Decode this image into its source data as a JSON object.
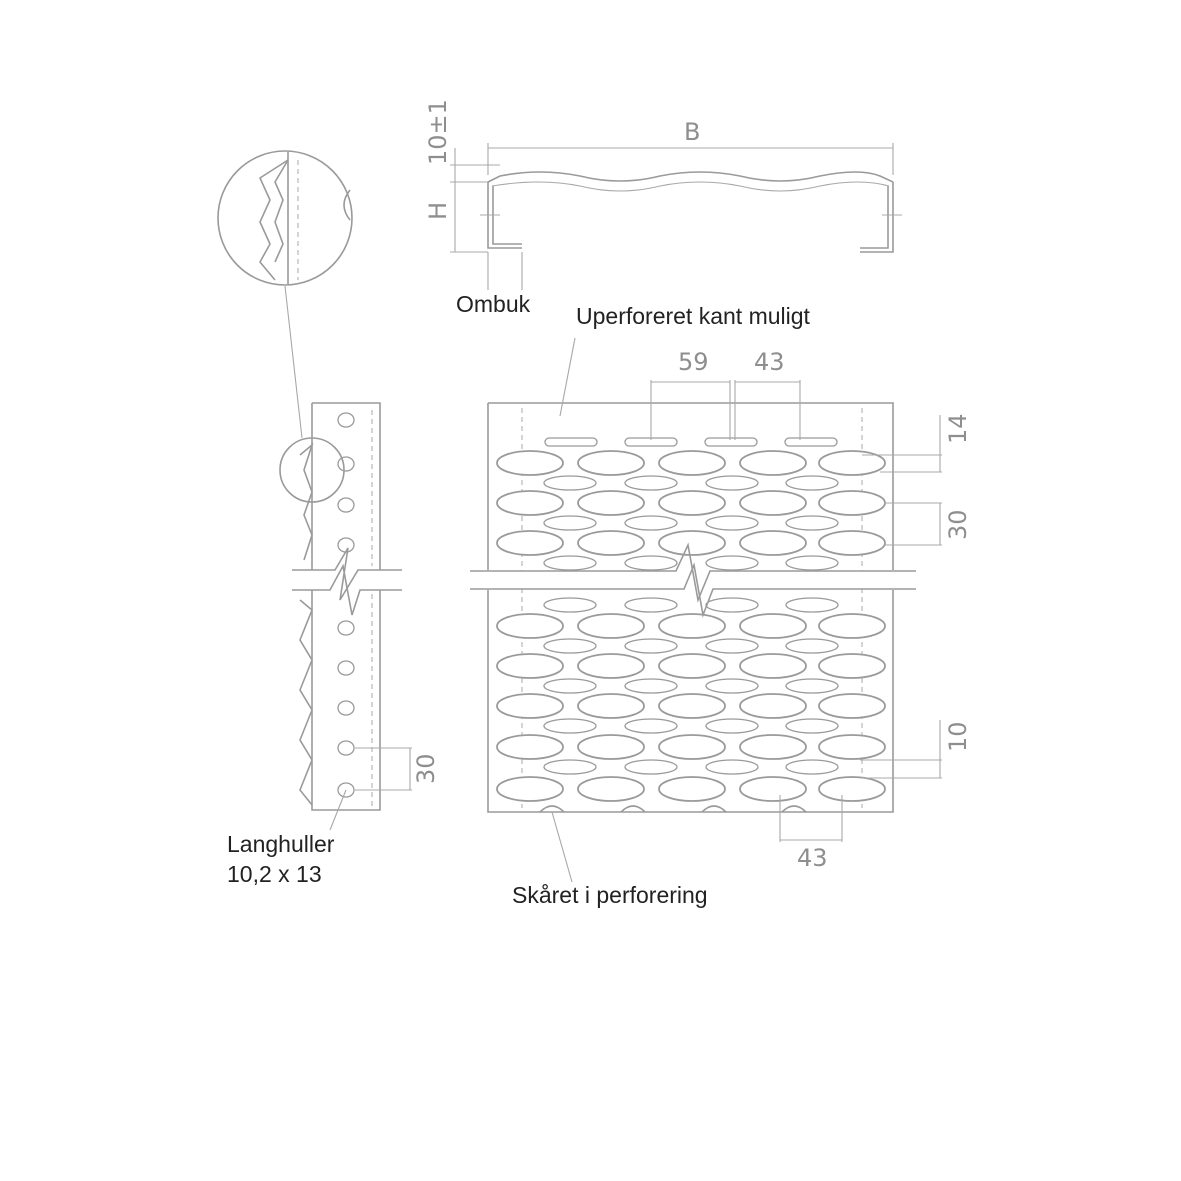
{
  "dimensions": {
    "flange_height": "10±1",
    "height": "H",
    "width": "B",
    "top_gap": "59",
    "top_pitch": "43",
    "edge_offset": "14",
    "row_pitch_right": "30",
    "bottom_offset": "10",
    "side_pitch": "30",
    "bottom_pitch": "43"
  },
  "labels": {
    "ombuk": "Ombuk",
    "uperforeret": "Uperforeret kant muligt",
    "langhuller_1": "Langhuller",
    "langhuller_2": "10,2 x 13",
    "skaret": "Skåret i perforering"
  }
}
